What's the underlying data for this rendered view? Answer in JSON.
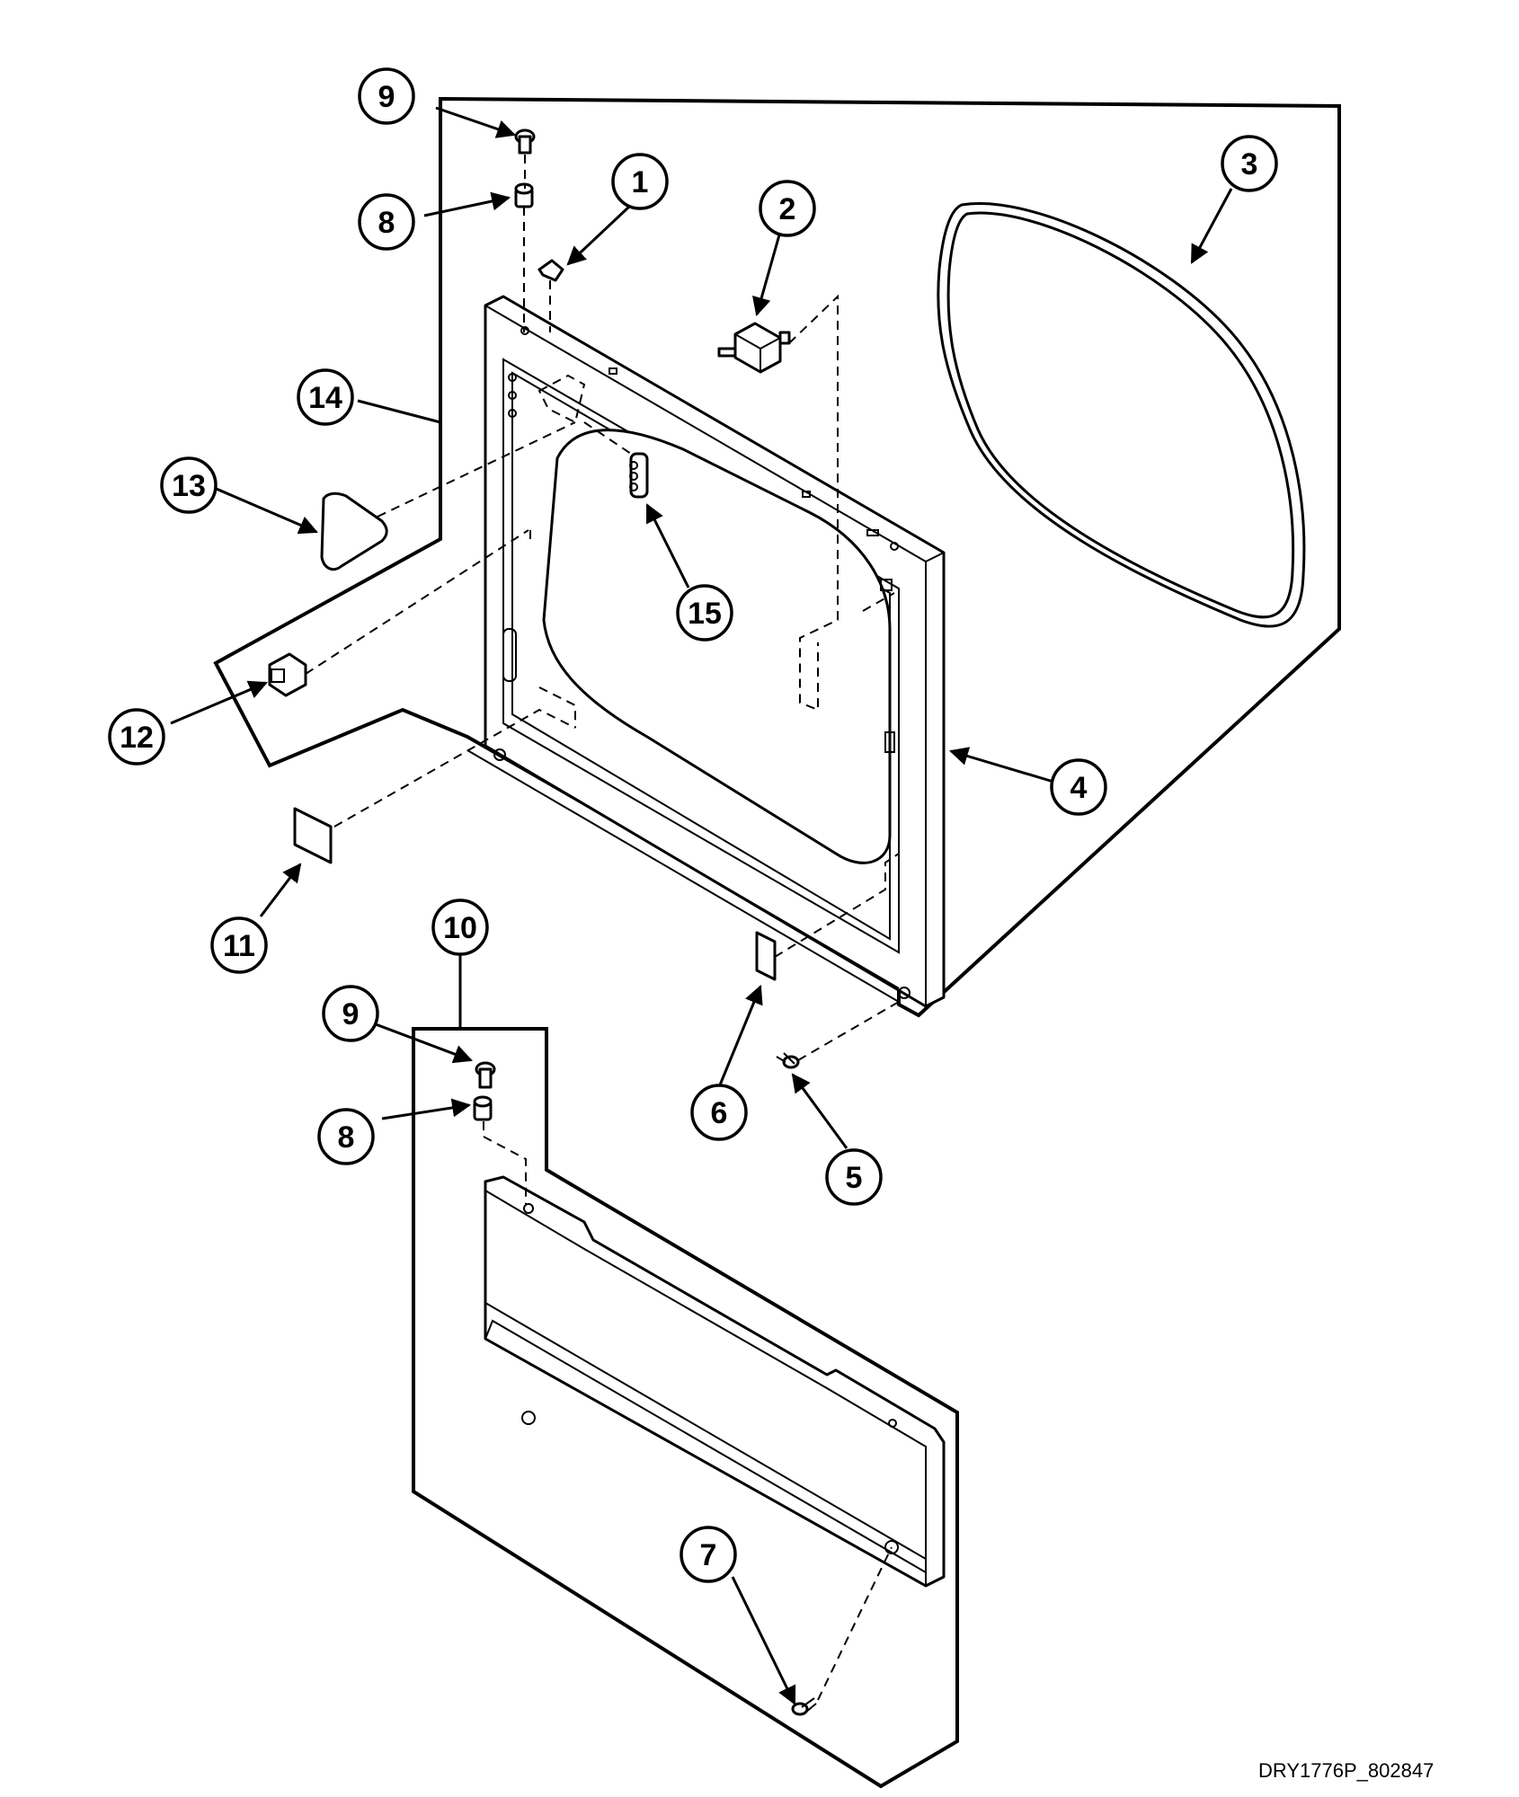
{
  "diagram": {
    "drawing_code": "DRY1776P_802847",
    "callouts": [
      {
        "id": "callout-1",
        "label": "1"
      },
      {
        "id": "callout-2",
        "label": "2"
      },
      {
        "id": "callout-3",
        "label": "3"
      },
      {
        "id": "callout-4",
        "label": "4"
      },
      {
        "id": "callout-5",
        "label": "5"
      },
      {
        "id": "callout-6",
        "label": "6"
      },
      {
        "id": "callout-7",
        "label": "7"
      },
      {
        "id": "callout-8-top",
        "label": "8"
      },
      {
        "id": "callout-8-bottom",
        "label": "8"
      },
      {
        "id": "callout-9-top",
        "label": "9"
      },
      {
        "id": "callout-9-bottom",
        "label": "9"
      },
      {
        "id": "callout-10",
        "label": "10"
      },
      {
        "id": "callout-11",
        "label": "11"
      },
      {
        "id": "callout-12",
        "label": "12"
      },
      {
        "id": "callout-13",
        "label": "13"
      },
      {
        "id": "callout-14",
        "label": "14"
      },
      {
        "id": "callout-15",
        "label": "15"
      }
    ]
  }
}
